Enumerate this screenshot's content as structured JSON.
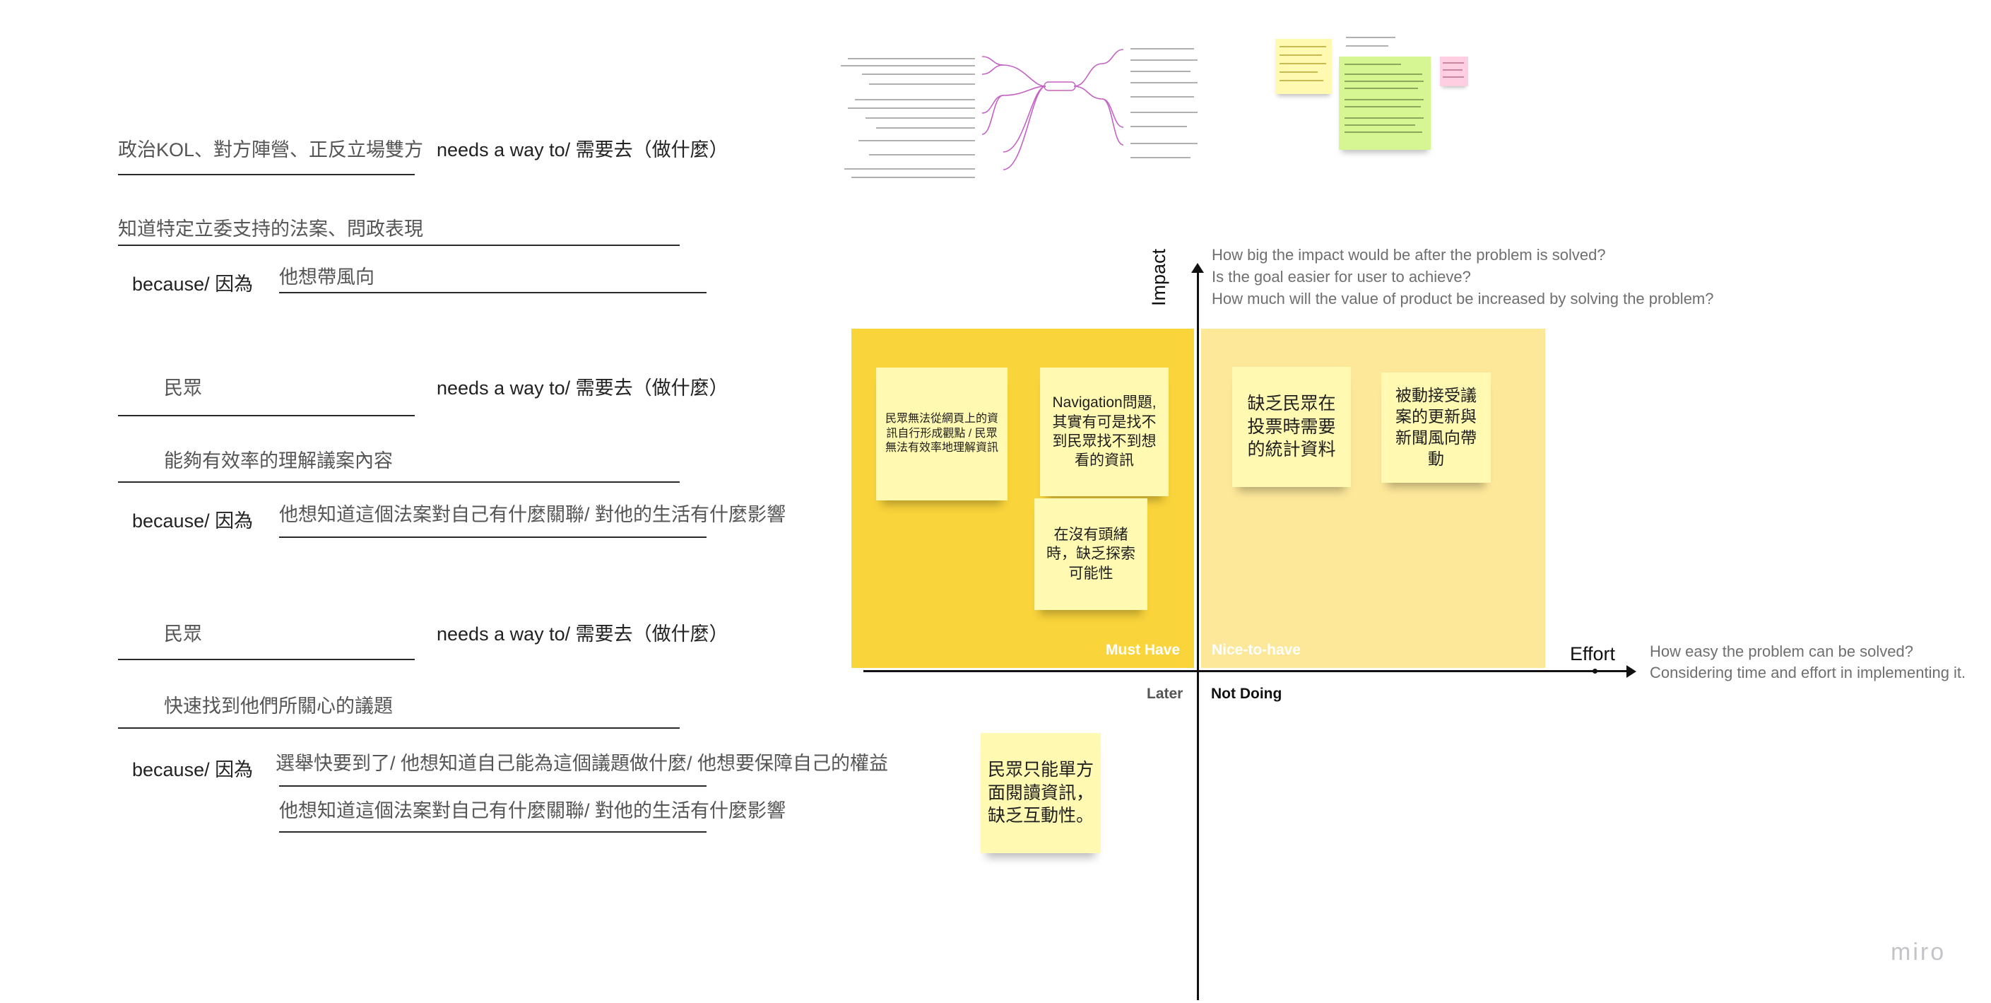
{
  "canvas": {
    "brand": "miro"
  },
  "statements": [
    {
      "who": "政治KOL、對方陣營、正反立場雙方",
      "needs_label": "needs a way to/  需要去（做什麼）",
      "need": "知道特定立委支持的法案、問政表現",
      "because_label": "because/ 因為",
      "reasons": [
        "他想帶風向"
      ]
    },
    {
      "who": "民眾",
      "needs_label": "needs a way to/  需要去（做什麼）",
      "need": "能夠有效率的理解議案內容",
      "because_label": "because/ 因為",
      "reasons": [
        "他想知道這個法案對自己有什麼關聯/ 對他的生活有什麼影響"
      ]
    },
    {
      "who": "民眾",
      "needs_label": "needs a way to/  需要去（做什麼）",
      "need": "快速找到他們所關心的議題",
      "because_label": "because/ 因為",
      "reasons": [
        "選舉快要到了/ 他想知道自己能為這個議題做什麼/ 他想要保障自己的權益",
        "他想知道這個法案對自己有什麼關聯/ 對他的生活有什麼影響"
      ]
    }
  ],
  "matrix": {
    "y_axis_title": "Impact",
    "y_axis_hints": [
      "How big the impact would be after the problem is solved?",
      "Is the goal easier for user to achieve?",
      "How much will the value of product be increased by solving the problem?"
    ],
    "x_axis_title": "Effort",
    "x_axis_hints": [
      "How easy the problem can be solved?",
      "Considering time and effort in implementing it."
    ],
    "quadrants": {
      "must_have": "Must Have",
      "nice_to_have": "Nice-to-have",
      "later": "Later",
      "not_doing": "Not Doing"
    },
    "colors": {
      "must_have": "#fad43b",
      "nice_to_have": "#fde89a",
      "sticky": "#fff9b1"
    }
  },
  "stickies": {
    "must_have": [
      "民眾無法從網頁上的資訊自行形成觀點 / 民眾無法有效率地理解資訊",
      "Navigation問題,其實有可是找不到民眾找不到想看的資訊",
      "在沒有頭緒時，缺乏探索可能性"
    ],
    "nice_to_have": [
      "缺乏民眾在投票時需要的統計資料",
      "被動接受議案的更新與新聞風向帶動"
    ],
    "later": [
      "民眾只能單方面閱讀資訊，缺乏互動性。"
    ]
  }
}
